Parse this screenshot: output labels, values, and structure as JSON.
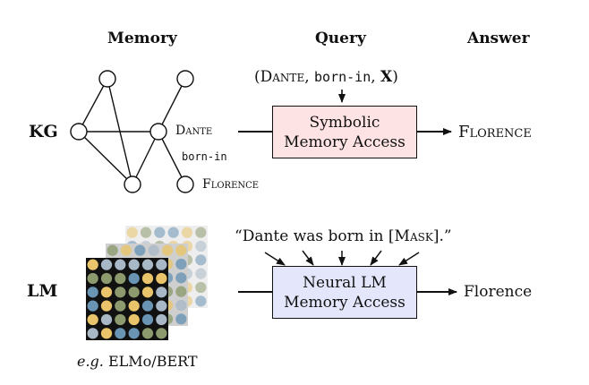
{
  "headers": {
    "memory": "Memory",
    "query": "Query",
    "answer": "Answer"
  },
  "rows": {
    "kg": "KG",
    "lm": "LM"
  },
  "kg": {
    "node_dante": "Dante",
    "edge_label": "born-in",
    "node_florence": "Florence",
    "query_open": "(",
    "query_subject": "Dante",
    "query_relation": "born-in",
    "query_object": "X",
    "query_close": ")",
    "query_sep": ", ",
    "box_line1": "Symbolic",
    "box_line2": "Memory Access",
    "answer": "Florence",
    "box_color": "#fde3e3"
  },
  "lm": {
    "query_prefix": "“Dante was born in [",
    "query_mask": "Mask",
    "query_suffix": "].”",
    "box_line1": "Neural LM",
    "box_line2": "Memory Access",
    "answer": "Florence",
    "caption_eg": "e.g.",
    "caption_models": "ELMo/BERT",
    "box_color": "#e4e6fb"
  },
  "palette": [
    "#3b3b3b",
    "#6a94b4",
    "#e9c46a",
    "#8c9a6e",
    "#a9b8c7"
  ]
}
